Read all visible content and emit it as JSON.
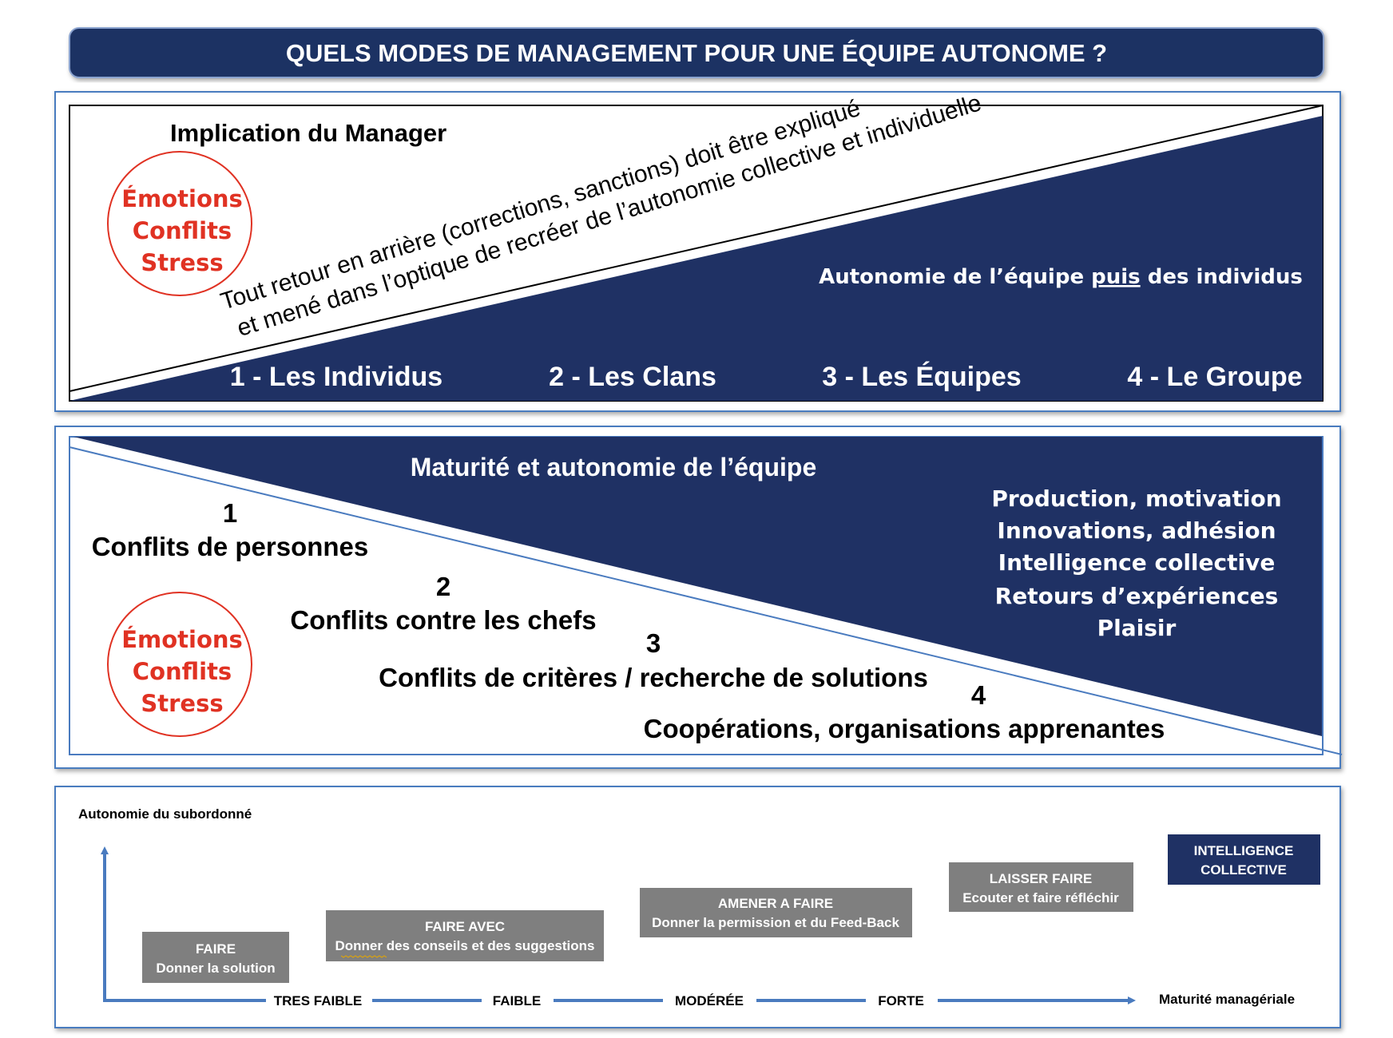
{
  "header": {
    "title": "QUELS MODES DE MANAGEMENT POUR UNE ÉQUIPE AUTONOME ?"
  },
  "panel1": {
    "implication_label": "Implication du Manager",
    "circle": {
      "line1": "Émotions",
      "line2": "Conflits",
      "line3": "Stress"
    },
    "diagonal_line1": "Tout retour en arrière (corrections, sanctions) doit être expliqué",
    "diagonal_line2": "et mené dans l’optique de recréer de l’autonomie collective et individuelle",
    "autonomy_pre": "Autonomie de l’équipe ",
    "autonomy_underlined": "puis",
    "autonomy_post": " des individus",
    "stages": [
      "1 - Les Individus",
      "2 - Les Clans",
      "3 - Les Équipes",
      "4 - Le Groupe"
    ]
  },
  "panel2": {
    "maturity_label": "Maturité et autonomie de l’équipe",
    "benefits": [
      "Production, motivation",
      "Innovations, adhésion",
      "Intelligence collective",
      "Retours d’expériences",
      "Plaisir"
    ],
    "circle": {
      "line1": "Émotions",
      "line2": "Conflits",
      "line3": "Stress"
    },
    "levels": [
      {
        "num": "1",
        "label": "Conflits de personnes"
      },
      {
        "num": "2",
        "label": "Conflits contre les chefs"
      },
      {
        "num": "3",
        "label": "Conflits de critères / recherche de solutions"
      },
      {
        "num": "4",
        "label": "Coopérations, organisations apprenantes"
      }
    ]
  },
  "panel3": {
    "y_axis_label": "Autonomie du subordonné",
    "x_axis_label": "Maturité managériale",
    "x_levels": [
      "TRES FAIBLE",
      "FAIBLE",
      "MODÉRÉE",
      "FORTE"
    ],
    "steps": [
      {
        "title": "FAIRE",
        "subtitle": "Donner la solution"
      },
      {
        "title": "FAIRE AVEC",
        "subtitle": "Donner des conseils et des suggestions"
      },
      {
        "title": "AMENER A FAIRE",
        "subtitle": "Donner la permission et du Feed-Back"
      },
      {
        "title": "LAISSER FAIRE",
        "subtitle": "Ecouter et faire réfléchir"
      },
      {
        "title": "INTELLIGENCE",
        "subtitle": "COLLECTIVE"
      }
    ]
  },
  "colors": {
    "navy": "#1f3164",
    "accent_red": "#e03223",
    "box_gray": "#7f7f7f",
    "frame_blue": "#4a7bbf"
  }
}
